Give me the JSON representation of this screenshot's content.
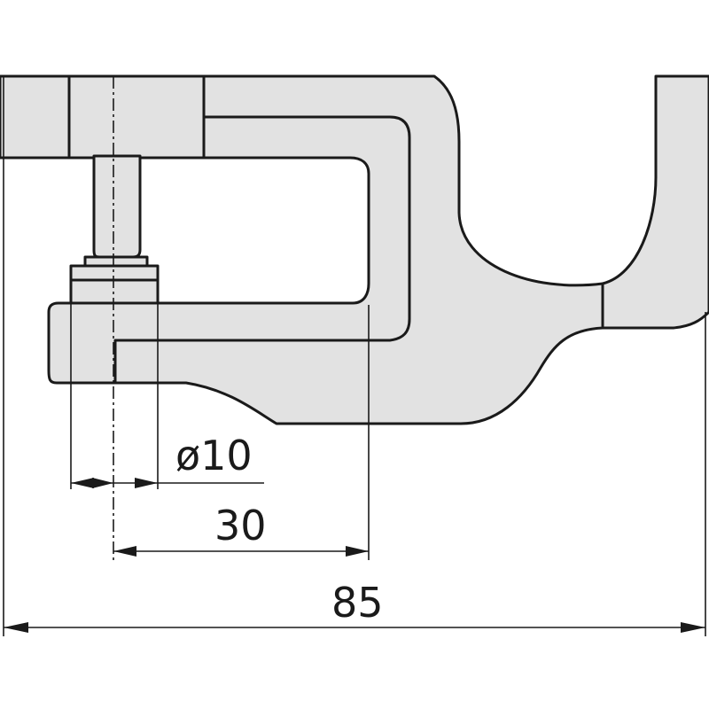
{
  "dimensions": {
    "anvil_diameter": "ø10",
    "throat_depth": "30",
    "overall_length": "85"
  },
  "colors": {
    "line": "#1a1a1a",
    "part_fill": "#e2e2e2",
    "background": "#ffffff"
  }
}
